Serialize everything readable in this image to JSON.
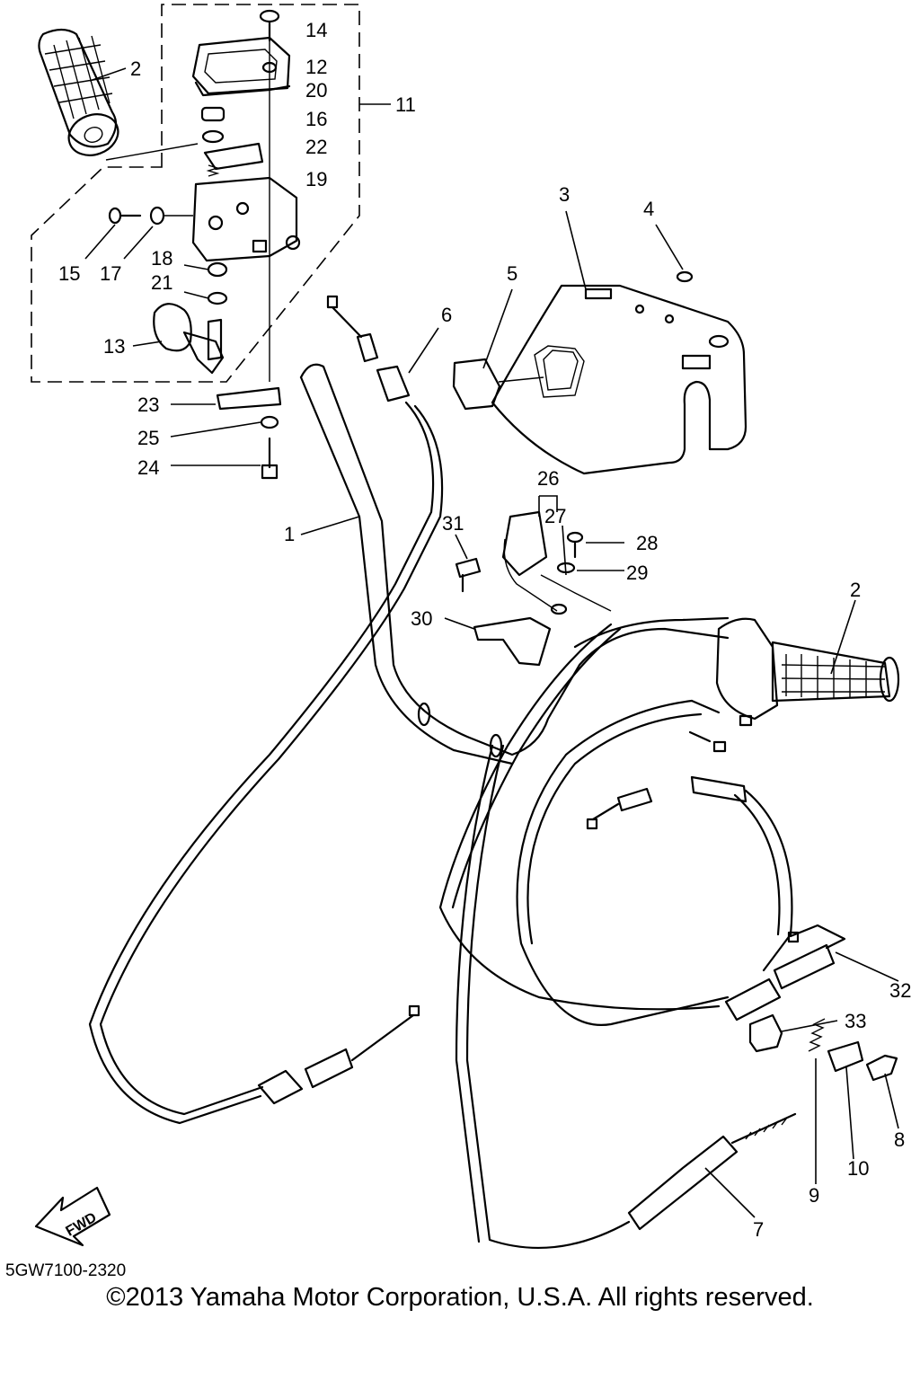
{
  "diagram": {
    "code": "5GW7100-2320",
    "copyright": "©2013 Yamaha Motor Corporation, U.S.A. All rights reserved.",
    "fwd_label": "FWD",
    "callouts": {
      "c1": "1",
      "c2a": "2",
      "c2b": "2",
      "c3": "3",
      "c4": "4",
      "c5": "5",
      "c6": "6",
      "c7": "7",
      "c8": "8",
      "c9": "9",
      "c10": "10",
      "c11": "11",
      "c12": "12",
      "c13": "13",
      "c14": "14",
      "c15": "15",
      "c16": "16",
      "c17": "17",
      "c18": "18",
      "c19": "19",
      "c20": "20",
      "c21": "21",
      "c22": "22",
      "c23": "23",
      "c24": "24",
      "c25": "25",
      "c26": "26",
      "c27": "27",
      "c28": "28",
      "c29": "29",
      "c30": "30",
      "c31": "31",
      "c32": "32",
      "c33": "33"
    }
  }
}
